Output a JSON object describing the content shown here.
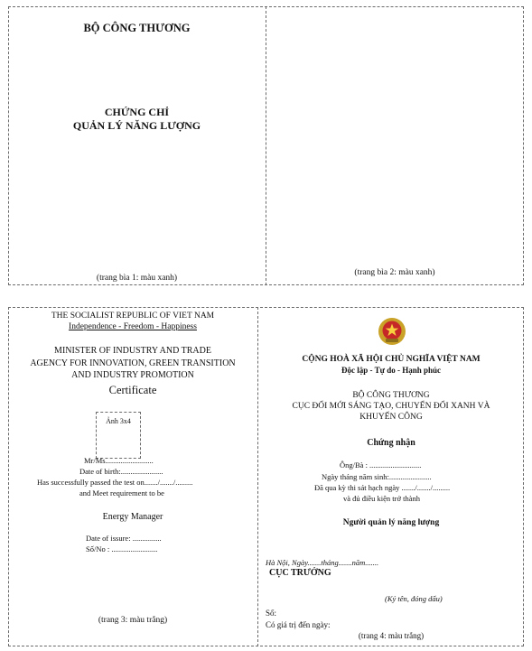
{
  "cover": {
    "ministry": "BỘ CÔNG THƯƠNG",
    "title_line1": "CHỨNG CHỈ",
    "title_line2": "QUẢN LÝ NĂNG LƯỢNG",
    "page1_note": "(trang bìa 1: màu xanh)",
    "page2_note": "(trang bìa 2: màu xanh)"
  },
  "page3": {
    "country": "THE SOCIALIST REPUBLIC OF VIET NAM",
    "motto": "Independence - Freedom - Happiness",
    "ministry": "MINISTER OF INDUSTRY AND TRADE",
    "agency_line1": "AGENCY FOR INNOVATION, GREEN TRANSITION",
    "agency_line2": "AND INDUSTRY PROMOTION",
    "certificate": "Certificate",
    "photo": "Ảnh 3x4",
    "name": "Mr/Ms.........................",
    "dob": "Date of birth:......................",
    "passed": "Has successfully passed the test on......./......./.........",
    "requirement": "and Meet requirement to be",
    "role": "Energy Manager",
    "date_issue": "Date of issure: ...............",
    "number": "Số/No : ........................",
    "note": "(trang 3: màu trắng)"
  },
  "page4": {
    "country": "CỘNG HOÀ XÃ HỘI CHỦ NGHĨA VIỆT NAM",
    "motto": "Độc lập - Tự do - Hạnh phúc",
    "ministry": "BỘ CÔNG THƯƠNG",
    "agency_line1": "CỤC ĐỔI MỚI SÁNG TẠO, CHUYỂN ĐỔI XANH VÀ",
    "agency_line2": "KHUYẾN CÔNG",
    "certify": "Chứng nhận",
    "name": "Ông/Bà : ...........................",
    "dob": "Ngày tháng năm sinh:......................",
    "passed": "Đã qua kỳ thi sát hạch ngày ......./......./.........",
    "condition": "và đủ điều kiện trở thành",
    "role": "Người quản lý năng lượng",
    "place_date": "Hà Nội, Ngày.......tháng.......năm.......",
    "director": "CỤC TRƯỞNG",
    "sign": "(Ký tên, đóng dấu)",
    "number": "Số:",
    "valid": "Có giá trị đến ngày:",
    "note": "(trang 4: màu trắng)"
  }
}
